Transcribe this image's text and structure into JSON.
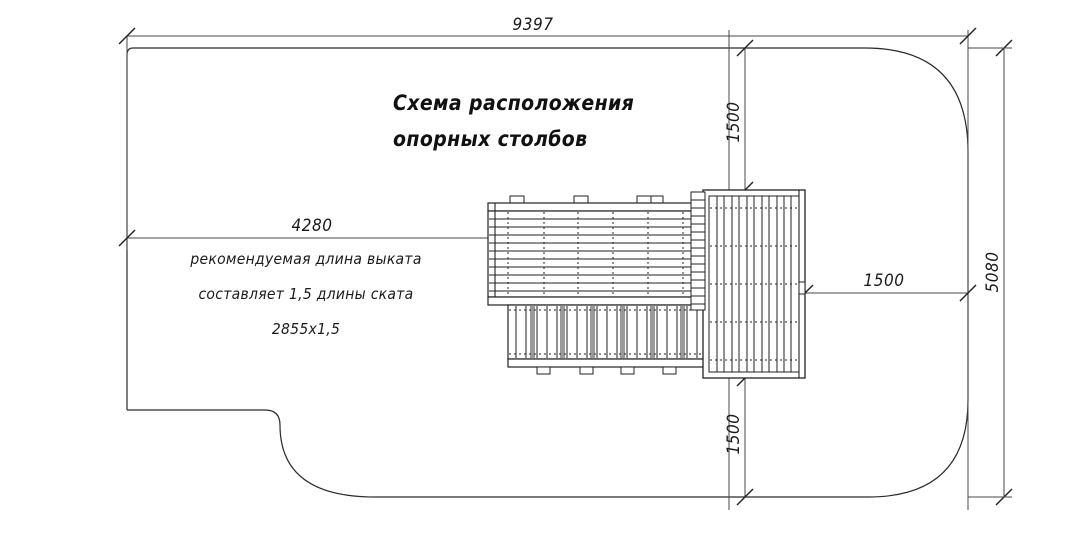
{
  "drawing": {
    "title_line1": "Схема расположения",
    "title_line2": "опорных столбов",
    "note_line1": "рекомендуемая длина выката",
    "note_line2": "составляет 1,5 длины ската",
    "note_line3": "2855x1,5"
  },
  "dimensions": {
    "overall_width": "9397",
    "overall_height": "5080",
    "recommended_rollout": "4280",
    "offset_top": "1500",
    "offset_right": "1500",
    "offset_bottom": "1500"
  },
  "colors": {
    "line": "#222222",
    "dim_line": "#4a4a4a",
    "thin_line": "#333333",
    "background": "#ffffff"
  }
}
